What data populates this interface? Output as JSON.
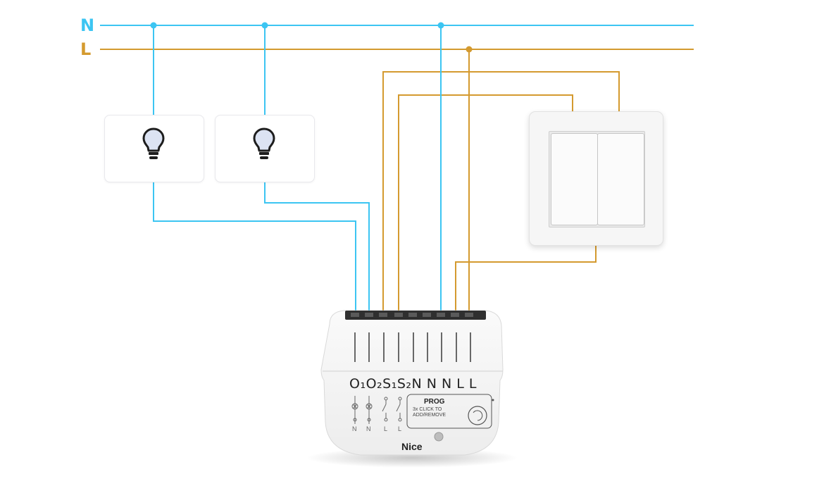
{
  "buses": {
    "neutral": {
      "label": "N",
      "color": "#3cc5f2"
    },
    "live": {
      "label": "L",
      "color": "#d49a2f"
    }
  },
  "lamps": [
    {
      "icon": "lightbulb-icon"
    },
    {
      "icon": "lightbulb-icon"
    }
  ],
  "wall_switch": {
    "icon": "double-rocker-switch"
  },
  "module": {
    "terminal_labels": "O₁O₂S₁S₂N N N L L",
    "prog_title": "PROG",
    "prog_text": "3x CLICK TO ADD/REMOVE",
    "brand": "Nice"
  }
}
